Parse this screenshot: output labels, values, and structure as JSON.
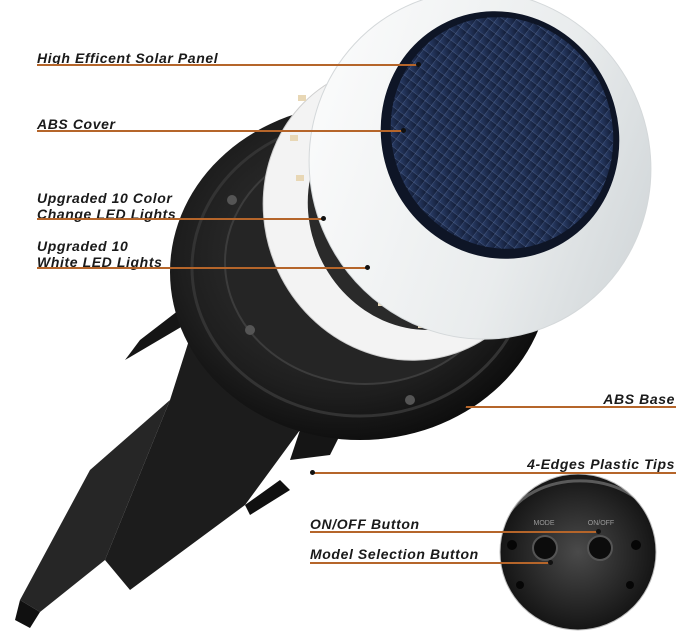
{
  "labels": {
    "solar_panel": "High Efficent Solar Panel",
    "abs_cover": "ABS Cover",
    "color_led_line1": "Upgraded 10 Color",
    "color_led_line2": "Change LED Lights",
    "white_led_line1": "Upgraded 10",
    "white_led_line2": "White LED Lights",
    "abs_base": "ABS Base",
    "plastic_tips": "4-Edges Plastic Tips",
    "on_off_button": "ON/OFF Button",
    "mode_button": "Model Selection Button"
  },
  "inset_button_labels": {
    "mode": "MODE",
    "on_off": "ON/OFF"
  },
  "colors": {
    "leader_line": "#b5652a",
    "label_text": "#1a1a1a",
    "solar_cell": "#1c2f57",
    "cover": "#eef1f2",
    "base": "#1b1b1b"
  }
}
